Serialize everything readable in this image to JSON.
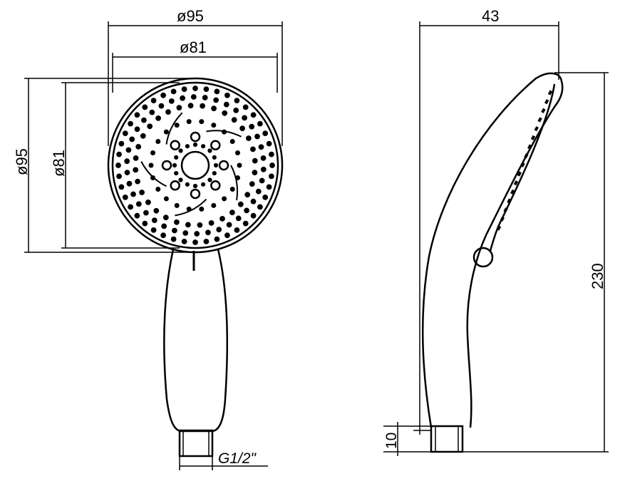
{
  "drawing": {
    "front_view": {
      "dim_outer_width": "ø95",
      "dim_inner_width": "ø81",
      "dim_outer_height": "ø95",
      "dim_inner_height": "ø81",
      "thread_label": "G1/2\""
    },
    "side_view": {
      "dim_depth": "43",
      "dim_length": "230",
      "dim_connector": "10"
    }
  },
  "style": {
    "stroke_color": "#000000",
    "background": "#ffffff"
  }
}
